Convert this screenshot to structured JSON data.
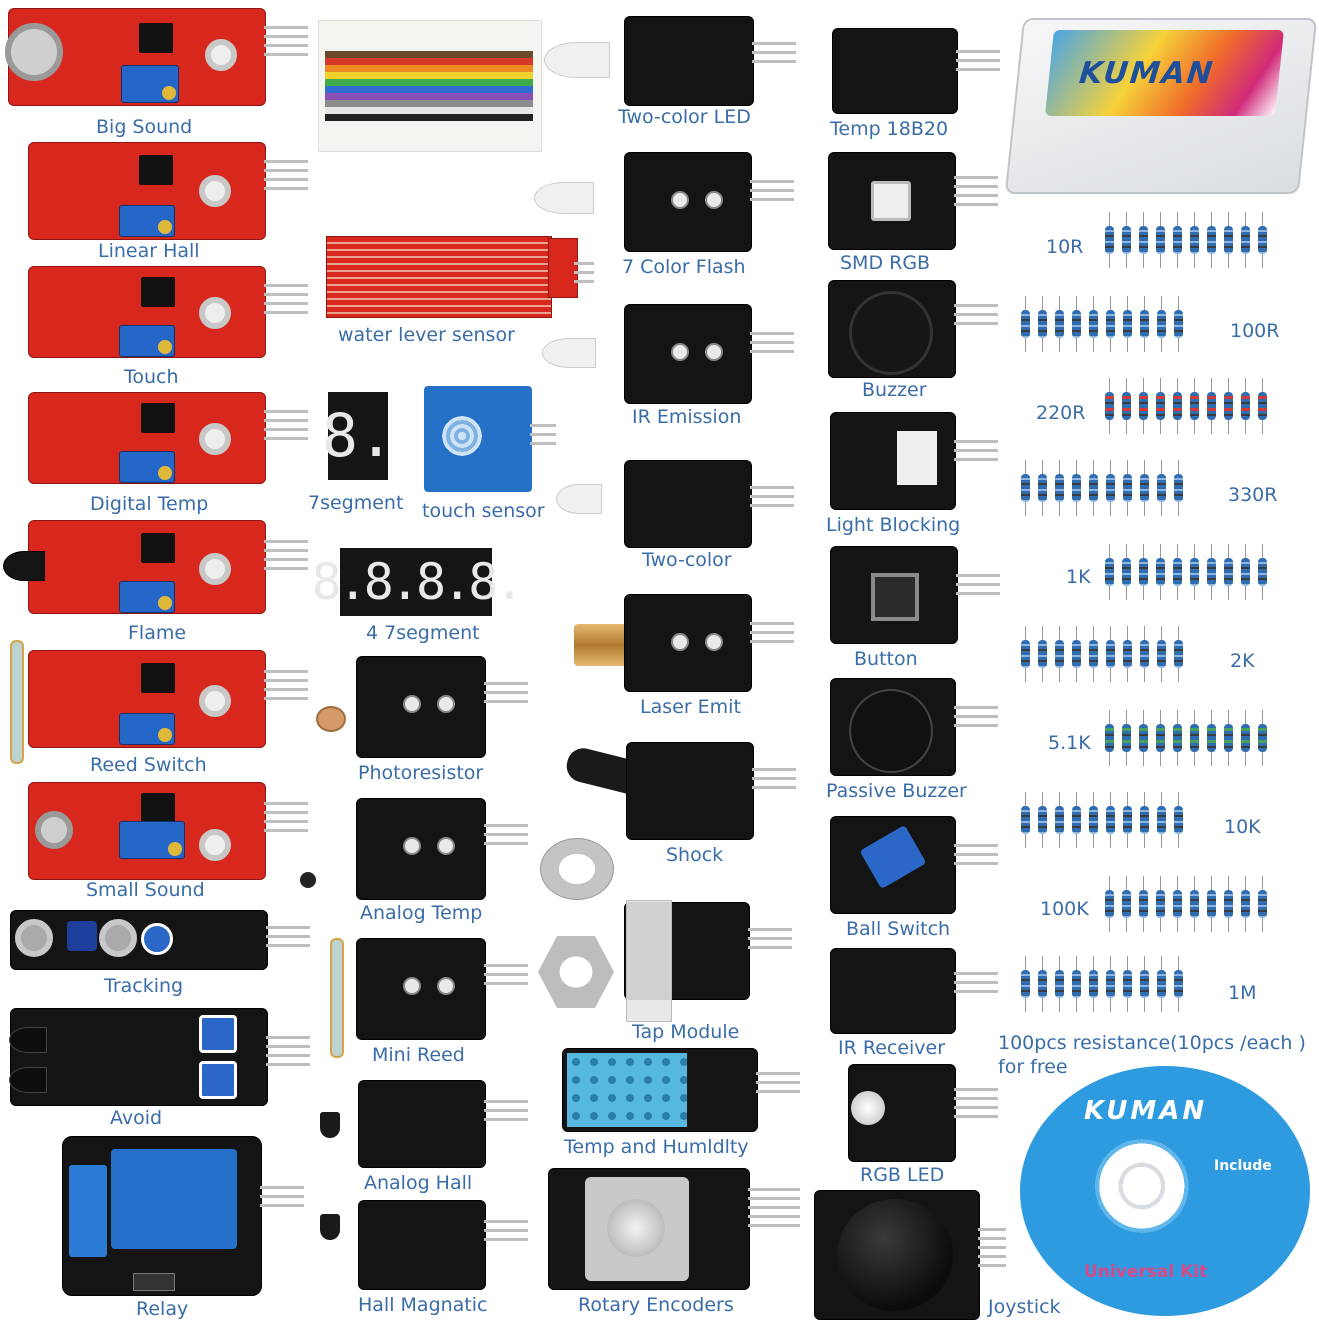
{
  "labels": {
    "big_sound": "Big Sound",
    "linear_hall": "Linear Hall",
    "touch": "Touch",
    "digital_temp": "Digital Temp",
    "flame": "Flame",
    "reed_switch": "Reed Switch",
    "small_sound": "Small Sound",
    "tracking": "Tracking",
    "avoid": "Avoid",
    "relay": "Relay",
    "water_lever_sensor": "water lever sensor",
    "seven_segment": "7segment",
    "touch_sensor": "touch sensor",
    "four_seven_segment": "4 7segment",
    "photoresistor": "Photoresistor",
    "analog_temp": "Analog Temp",
    "mini_reed": "Mini Reed",
    "analog_hall": "Analog Hall",
    "hall_magnatic": "Hall Magnatic",
    "two_color_led": "Two-color LED",
    "seven_color_flash": "7 Color Flash",
    "ir_emission": "IR Emission",
    "two_color": "Two-color",
    "laser_emit": "Laser Emit",
    "shock": "Shock",
    "tap_module": "Tap Module",
    "temp_humidity": "Temp and Humldlty",
    "rotary_encoders": "Rotary Encoders",
    "temp_18b20": "Temp 18B20",
    "smd_rgb": "SMD RGB",
    "buzzer": "Buzzer",
    "light_blocking": "Light Blocking",
    "button": "Button",
    "passive_buzzer": "Passive Buzzer",
    "ball_switch": "Ball Switch",
    "ir_receiver": "IR Receiver",
    "rgb_led": "RGB LED",
    "joystick": "Joystick"
  },
  "resistors": {
    "values": [
      "10R",
      "100R",
      "220R",
      "330R",
      "1K",
      "2K",
      "5.1K",
      "10K",
      "100K",
      "1M"
    ],
    "caption_line1": "100pcs resistance(10pcs /each )",
    "caption_line2": "for free"
  },
  "branding": {
    "box_logo": "KUMAN",
    "cd_logo": "KUMAN",
    "cd_include": "Include",
    "cd_title": "Universal Kit"
  },
  "displays": {
    "single_digit": "8.",
    "four_digit": "8.8.8.8."
  },
  "colors": {
    "label": "#3a6da8",
    "red_board": "#d8281e",
    "black_board": "#141414",
    "cd_blue": "#2e9be0"
  }
}
